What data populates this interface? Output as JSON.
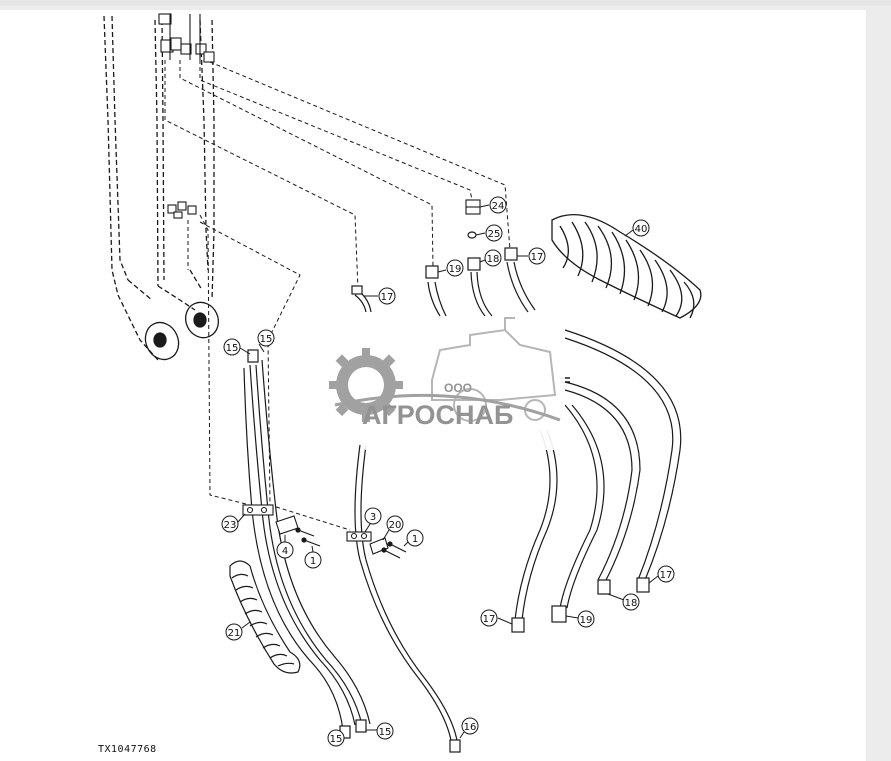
{
  "figure_id": "TX1047768",
  "watermark": {
    "prefix": "ООО",
    "company": "АГРОСНАБ"
  },
  "callouts": [
    "1",
    "1",
    "3",
    "4",
    "15",
    "15",
    "15",
    "15",
    "16",
    "17",
    "17",
    "17",
    "17",
    "18",
    "18",
    "19",
    "19",
    "20",
    "21",
    "23",
    "24",
    "25",
    "40"
  ],
  "colors": {
    "line": "#1a1a1a",
    "background": "#ffffff",
    "watermark": "#8a8a8a"
  }
}
